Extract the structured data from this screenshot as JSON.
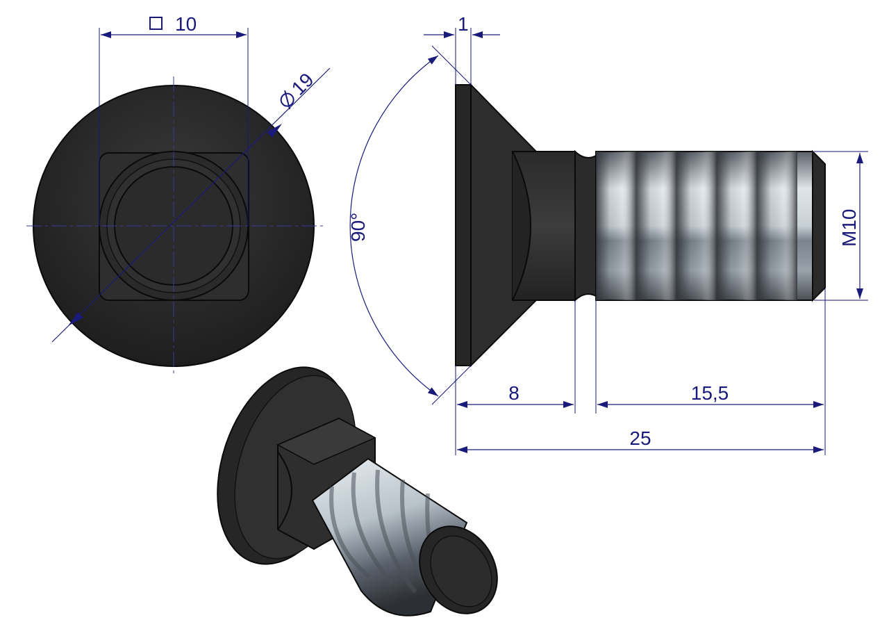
{
  "colors": {
    "dimension": "#1a1a7a",
    "body_dark": "#262626",
    "edge": "#0a0a0a",
    "thread_light": "#e6eef3",
    "thread_mid": "#9aa6b0",
    "thread_dark": "#3a3e44",
    "centerline": "#3a3a9a"
  },
  "icons": {
    "square_symbol": "square-section-icon",
    "diameter_symbol": "diameter-icon"
  },
  "dimensions": {
    "square": "10",
    "diameter": "19",
    "head_height": "1",
    "angle": "90°",
    "thread": "M10",
    "neck_length": "8",
    "thread_length": "15,5",
    "total_length": "25"
  }
}
